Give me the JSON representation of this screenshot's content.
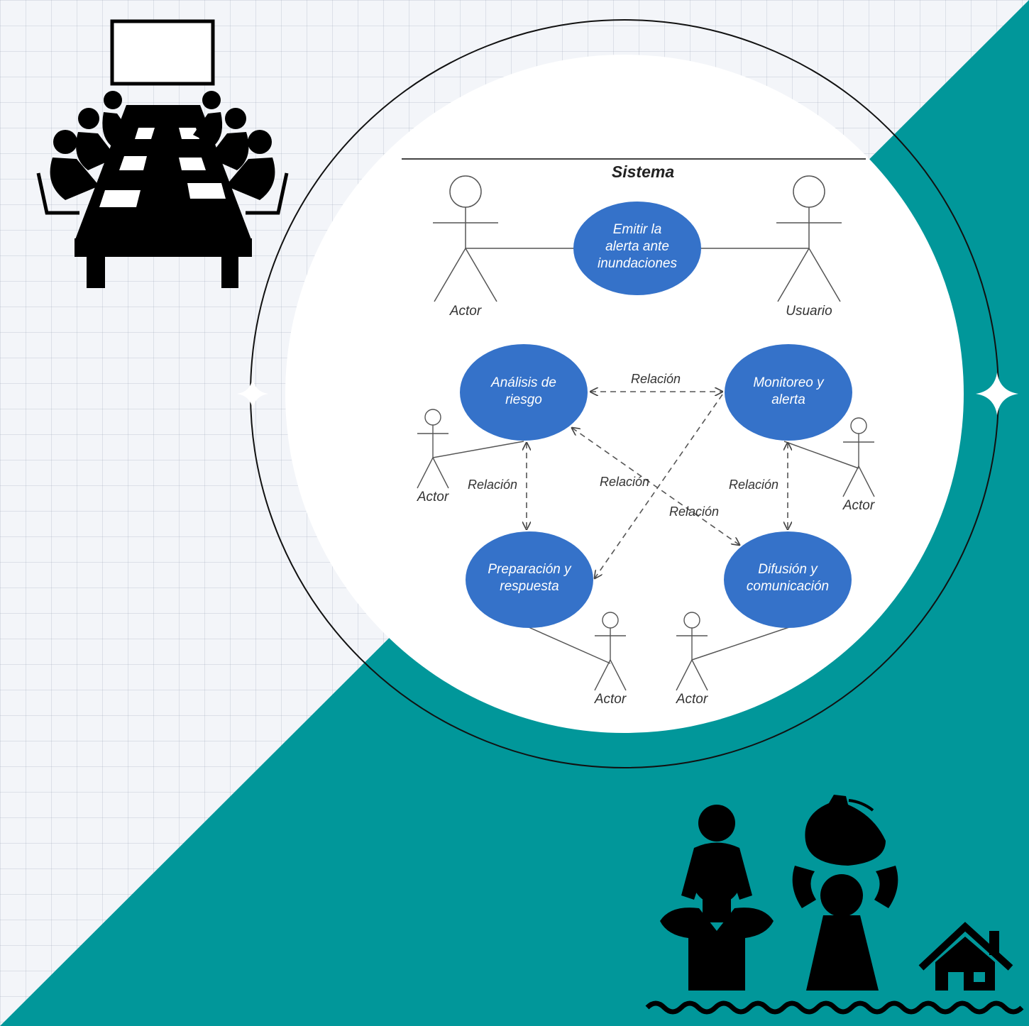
{
  "diagram": {
    "system_label": "Sistema",
    "use_cases": {
      "emitir": [
        "Emitir la",
        "alerta ante",
        "inundaciones"
      ],
      "analisis": [
        "Análisis de",
        "riesgo"
      ],
      "monitoreo": [
        "Monitoreo y",
        "alerta"
      ],
      "preparacion": [
        "Preparación y",
        "respuesta"
      ],
      "difusion": [
        "Difusión y",
        "comunicación"
      ]
    },
    "actors": {
      "top_left": "Actor",
      "top_right": "Usuario",
      "analisis": "Actor",
      "monitoreo": "Actor",
      "preparacion": "Actor",
      "difusion": "Actor"
    },
    "relation_label": "Relación"
  },
  "colors": {
    "use_case_fill": "#3572c9",
    "teal": "#01979a",
    "icons": "#000000",
    "circle_fill": "#ffffff"
  },
  "icons": {
    "top_left": "meeting-table-icon",
    "bottom_right": "flood-evacuation-icon",
    "house": "house-icon",
    "waves": "water-waves-icon"
  }
}
